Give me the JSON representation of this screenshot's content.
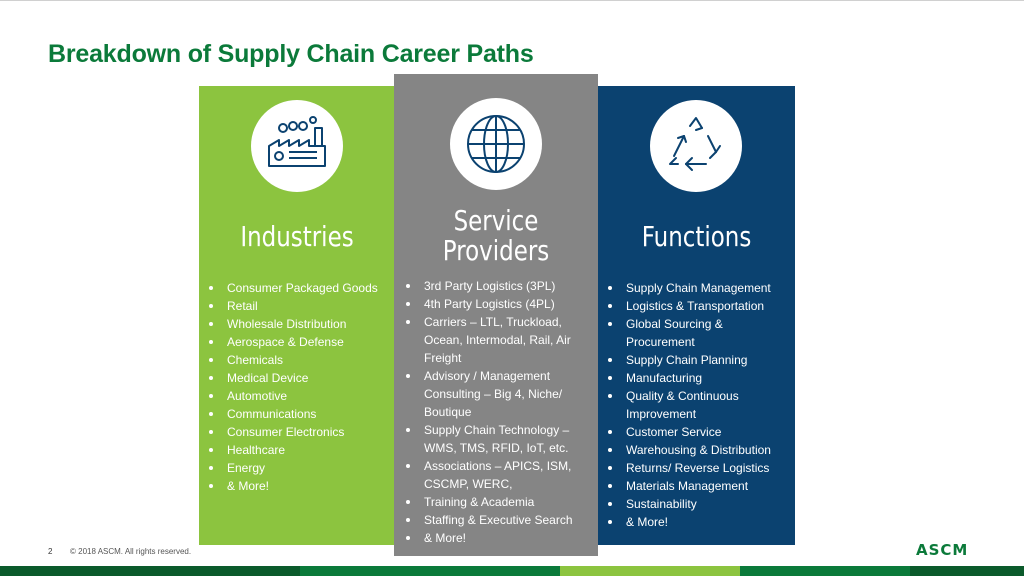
{
  "slide": {
    "title": "Breakdown of Supply Chain Career Paths",
    "page_number": "2",
    "copyright": "© 2018 ASCM. All rights reserved.",
    "logo_text": "ASCM"
  },
  "columns": [
    {
      "heading": "Industries",
      "icon": "factory-icon",
      "color": "#8cc43f",
      "items": [
        "Consumer Packaged Goods",
        "Retail",
        "Wholesale Distribution",
        "Aerospace & Defense",
        "Chemicals",
        "Medical Device",
        "Automotive",
        "Communications",
        "Consumer Electronics",
        "Healthcare",
        "Energy",
        "& More!"
      ]
    },
    {
      "heading_line1": "Service",
      "heading_line2": "Providers",
      "icon": "globe-icon",
      "color": "#858585",
      "items": [
        "3rd Party Logistics (3PL)",
        "4th Party Logistics (4PL)",
        "Carriers – LTL, Truckload, Ocean, Intermodal, Rail, Air Freight",
        "Advisory / Management Consulting – Big 4, Niche/ Boutique",
        "Supply Chain Technology – WMS, TMS, RFID, IoT, etc.",
        "Associations – APICS, ISM, CSCMP, WERC,",
        "Training & Academia",
        "Staffing & Executive Search",
        "& More!"
      ]
    },
    {
      "heading": "Functions",
      "icon": "recycle-icon",
      "color": "#0b4270",
      "items": [
        "Supply Chain Management",
        "Logistics & Transportation",
        "Global Sourcing & Procurement",
        "Supply Chain Planning",
        "Manufacturing",
        "Quality & Continuous Improvement",
        "Customer Service",
        "Warehousing & Distribution",
        "Returns/ Reverse Logistics",
        "Materials Management",
        "Sustainability",
        "& More!"
      ]
    }
  ],
  "theme": {
    "title_color": "#0b7a3a",
    "bottom_bar_colors": [
      "#0b5a2b",
      "#0b7a3a",
      "#8cc43f",
      "#0b7a3a",
      "#0b5a2b"
    ]
  }
}
